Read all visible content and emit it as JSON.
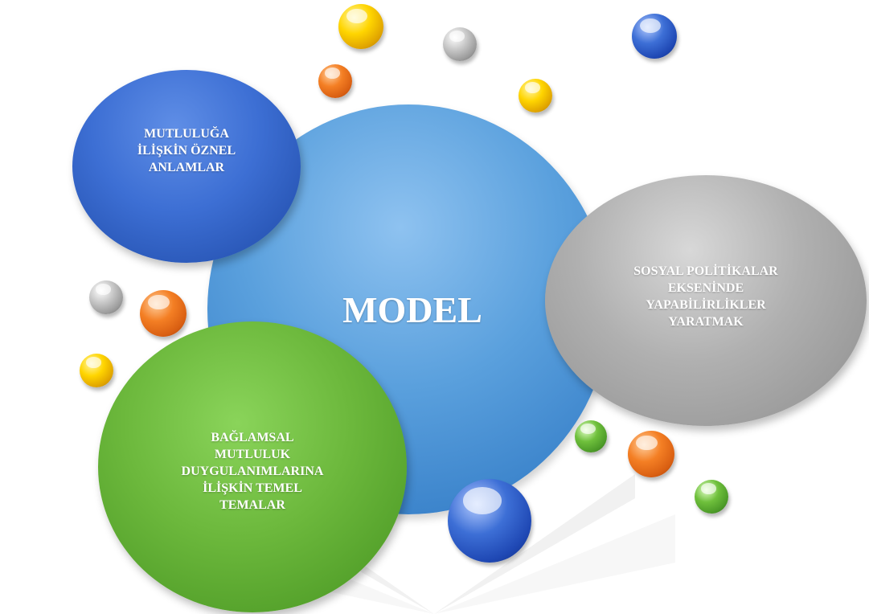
{
  "diagram": {
    "center": {
      "label": "MODEL",
      "color": "#5aa0dd"
    },
    "nodes": [
      {
        "id": "top-left",
        "label": "MUTLULUĞA\nİLİŞKİN ÖZNEL\nANLAMLAR",
        "color": "#3d6fd4"
      },
      {
        "id": "right",
        "label": "SOSYAL POLİTİKALAR\nEKSENİNDE\nYAPABİLİRLİKLER\nYARATMAK",
        "color": "#b0b0b0"
      },
      {
        "id": "bottom-left",
        "label": "BAĞLAMSAL\nMUTLULUK\nDUYGULANIMLARINA\nİLİŞKİN TEMEL\nTEMALAR",
        "color": "#6cb83c"
      }
    ],
    "decorative_balls": [
      "yellow",
      "gray",
      "blue",
      "orange",
      "yellow",
      "gray",
      "orange",
      "yellow",
      "green",
      "orange",
      "green",
      "blue"
    ]
  }
}
